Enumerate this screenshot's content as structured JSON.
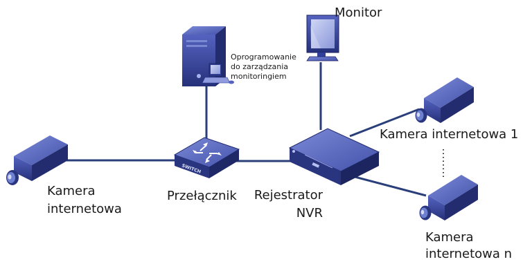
{
  "labels": {
    "monitor": "Monitor",
    "software_line1": "Oprogramowanie",
    "software_line2": "do zarządzania",
    "software_line3": "monitoringiem",
    "camera_left_line1": "Kamera",
    "camera_left_line2": "internetowa",
    "switch": "Przełącznik",
    "nvr_line1": "Rejestrator",
    "nvr_line2": "NVR",
    "camera_1": "Kamera internetowa 1",
    "camera_n_line1": "Kamera",
    "camera_n_line2": "internetowa n",
    "switch_badge": "SWITCH"
  },
  "colors": {
    "device_dark": "#2d3a8c",
    "device_mid": "#4a5bb8",
    "device_light": "#7f8fd6",
    "cable": "#2a3f7a",
    "lens": "#6d7fcf"
  }
}
